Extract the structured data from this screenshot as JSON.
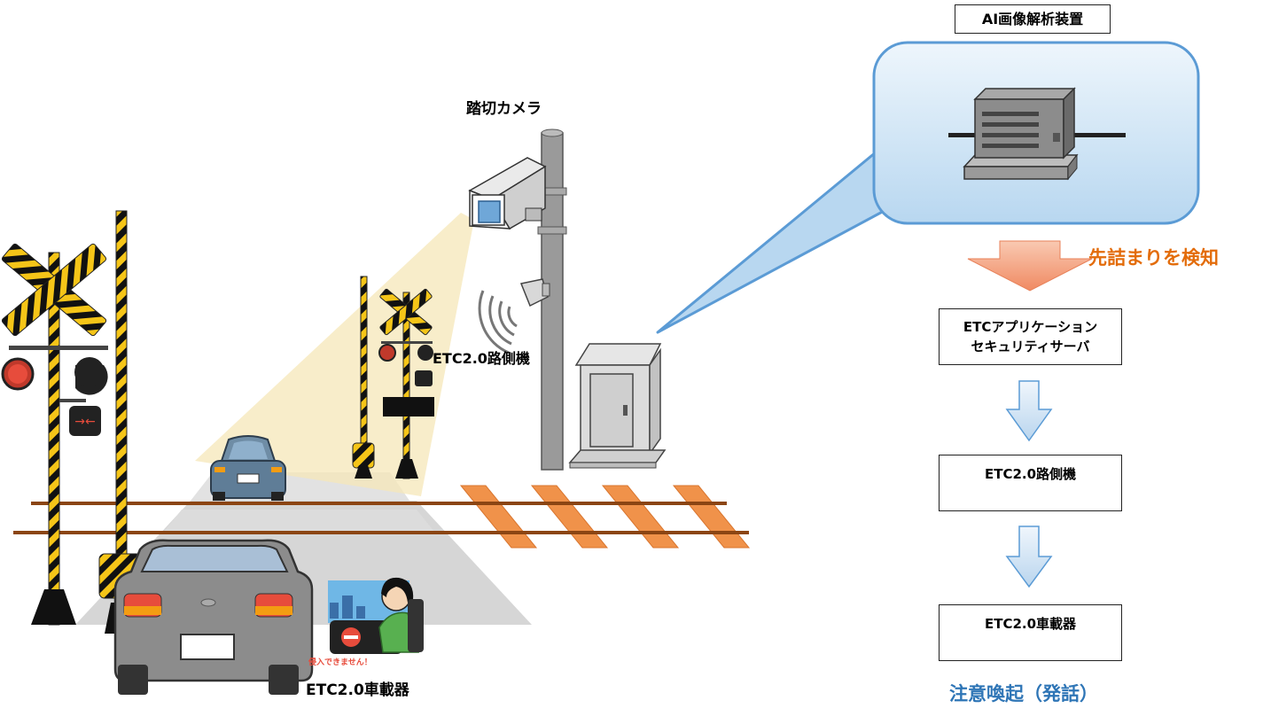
{
  "labels": {
    "camera": "踏切カメラ",
    "roadside_unit_scene": "ETC2.0路側機",
    "onboard_unit_scene": "ETC2.0車載器",
    "onboard_warning": "侵入できません！",
    "ai_device": "AI画像解析装置",
    "detect": "先詰まりを検知",
    "alert": "注意喚起（発話）"
  },
  "flow": {
    "server_line1": "ETCアプリケーション",
    "server_line2": "セキュリティサーバ",
    "roadside": "ETC2.0路側機",
    "onboard": "ETC2.0車載器"
  },
  "colors": {
    "callout_fill": "#c9e2f5",
    "callout_border": "#5b9bd5",
    "detect_arrow": "#f4a582",
    "detect_text": "#e36c0a",
    "flow_arrow": "#c5ddf2",
    "alert_text": "#2e75b6",
    "crossing_yellow": "#f5c518",
    "rail": "#8b4513",
    "sleeper": "#f0924a"
  }
}
